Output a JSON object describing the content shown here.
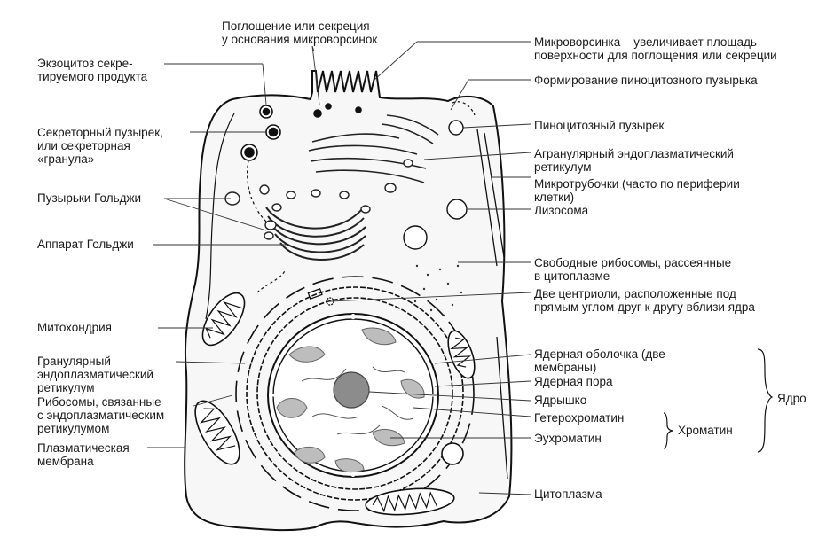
{
  "labels": {
    "absorption": [
      "Поглощение или секреция",
      "у основания микроворсинок"
    ],
    "exocytosis": [
      "Экзоцитоз секре-",
      "тируемого продукта"
    ],
    "secretory_vesicle": [
      "Секреторный пузырек,",
      "или секреторная",
      "«гранула»"
    ],
    "golgi_vesicles": [
      "Пузырьки Гольджи"
    ],
    "golgi_apparatus": [
      "Аппарат Гольджи"
    ],
    "mitochondrion": [
      "Митохондрия"
    ],
    "rough_er": [
      "Гранулярный",
      "эндоплазматический",
      "ретикулум"
    ],
    "bound_ribosomes": [
      "Рибосомы, связанные",
      "с эндоплазматическим",
      "ретикулумом"
    ],
    "plasma_membrane": [
      "Плазматическая",
      "мембрана"
    ],
    "microvillus": [
      "Микроворсинка – увеличивает площадь",
      "поверхности для поглощения или секреции"
    ],
    "pinocytotic_formation": [
      "Формирование пиноцитозного пузырька"
    ],
    "pinocytotic_vesicle": [
      "Пиноцитозный пузырек"
    ],
    "smooth_er": [
      "Агранулярный эндоплазматический",
      "ретикулум"
    ],
    "microtubules": [
      "Микротрубочки (часто по периферии",
      "клетки)"
    ],
    "lysosome": [
      "Лизосома"
    ],
    "free_ribosomes": [
      "Свободные рибосомы, рассеянные",
      "в цитоплазме"
    ],
    "centrioles": [
      "Две центриоли, расположенные под",
      "прямым углом друг к другу вблизи ядра"
    ],
    "nuclear_envelope": [
      "Ядерная  оболочка (две",
      "мембраны)"
    ],
    "nuclear_pore": [
      "Ядерная пора"
    ],
    "nucleolus": [
      "Ядрышко"
    ],
    "heterochromatin": [
      "Гетерохроматин"
    ],
    "euchromatin": [
      "Эухроматин"
    ],
    "chromatin": [
      "Хроматин"
    ],
    "nucleus": [
      "Ядро"
    ],
    "cytoplasm": [
      "Цитоплазма"
    ]
  }
}
